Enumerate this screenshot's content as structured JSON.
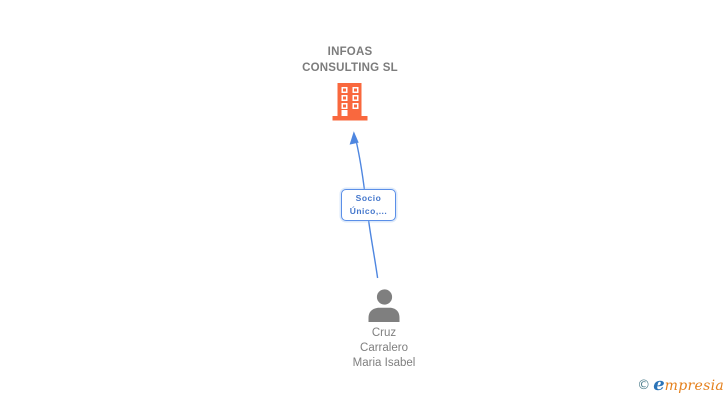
{
  "company": {
    "name_line1": "INFOAS",
    "name_line2": "CONSULTING SL"
  },
  "edge": {
    "label_line1": "Socio",
    "label_line2": "Único,..."
  },
  "person": {
    "name_line1": "Cruz",
    "name_line2": "Carralero",
    "name_line3": "Maria Isabel"
  },
  "watermark": {
    "copyright_symbol": "©",
    "brand_initial": "e",
    "brand_rest": "mpresia"
  },
  "colors": {
    "building_icon": "#F9683E",
    "person_icon": "#7F7F7F",
    "company_text": "#7C7C7C",
    "person_text": "#7F7F7F",
    "edge_line": "#4E86E0",
    "label_border": "#5B8FE8",
    "label_text": "#4477CC",
    "wm_copyright": "#51808F",
    "wm_initial": "#2B74B8",
    "wm_rest": "#E5801C"
  }
}
